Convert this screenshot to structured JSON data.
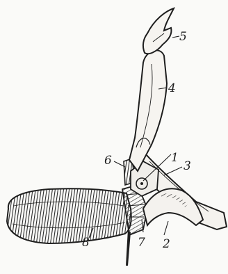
{
  "figure": {
    "labels": [
      {
        "id": "1",
        "text": "1"
      },
      {
        "id": "2",
        "text": "2"
      },
      {
        "id": "3",
        "text": "3"
      },
      {
        "id": "4",
        "text": "4"
      },
      {
        "id": "5",
        "text": "5"
      },
      {
        "id": "6",
        "text": "6"
      },
      {
        "id": "7",
        "text": "7"
      },
      {
        "id": "8",
        "text": "8"
      }
    ]
  },
  "colors": {
    "ink": "#1e1e1e",
    "paper": "#fafaf8"
  }
}
